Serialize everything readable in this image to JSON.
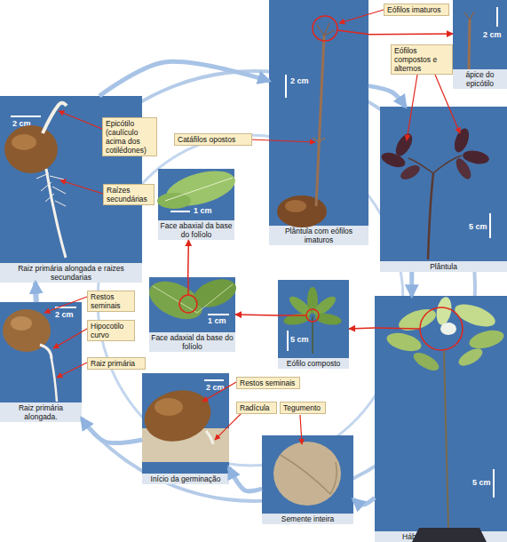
{
  "diagram": {
    "nodes": [
      {
        "text": [
          "2 cm",
          "Plântula com eófilos imaturos"
        ]
      },
      {
        "text": [
          "Eófilos imaturos"
        ]
      },
      {
        "text": [
          "2 cm",
          "ápice do epicótilo"
        ]
      },
      {
        "text": [
          "Eófilos compostos e alternos"
        ]
      },
      {
        "text": [
          "2 cm",
          "Raiz primária alongada e raizes secundarias"
        ]
      },
      {
        "text": [
          "Epicótilo (caulículo acima dos cotilédones)"
        ]
      },
      {
        "text": [
          "Catáfilos opostos"
        ]
      },
      {
        "text": [
          "5 cm",
          "Plântula"
        ]
      },
      {
        "text": [
          "1 cm",
          "Face abaxial da base do folíolo"
        ]
      },
      {
        "text": [
          "Raízes secundárias"
        ]
      },
      {
        "text": [
          "1 cm",
          "Face adaxial da base do folíolo"
        ]
      },
      {
        "text": [
          "5 cm",
          "Eófilo composto"
        ]
      },
      {
        "text": [
          "5 cm",
          "Hábito da planta jovem"
        ]
      },
      {
        "text": [
          "Restos seminais"
        ]
      },
      {
        "text": [
          "2 cm",
          "Raiz primária alongada."
        ]
      },
      {
        "text": [
          "Hipocotilo curvo"
        ]
      },
      {
        "text": [
          "Raiz primária"
        ]
      },
      {
        "text": [
          "2 cm",
          "Início da germinação"
        ]
      },
      {
        "text": [
          "Restos seminais"
        ]
      },
      {
        "text": [
          "Radícula"
        ]
      },
      {
        "text": [
          "Tegumento"
        ]
      },
      {
        "text": [
          "Semente inteira"
        ]
      }
    ],
    "edges": [
      {
        "from": 21,
        "to": 17,
        "arrow": "to"
      },
      {
        "from": 17,
        "to": 14,
        "arrow": "to"
      },
      {
        "from": 14,
        "to": 4,
        "arrow": "to"
      },
      {
        "from": 4,
        "to": 0,
        "arrow": "to"
      },
      {
        "from": 0,
        "to": 7,
        "arrow": "to"
      },
      {
        "from": 7,
        "to": 12,
        "arrow": "to"
      },
      {
        "from": 12,
        "to": 21,
        "arrow": "to"
      },
      {
        "from": 0,
        "to": 2,
        "arrow": "to"
      },
      {
        "from": 12,
        "to": 11,
        "arrow": "to"
      },
      {
        "from": 11,
        "to": 10,
        "arrow": "to"
      },
      {
        "from": 10,
        "to": 8,
        "arrow": "to"
      }
    ]
  }
}
